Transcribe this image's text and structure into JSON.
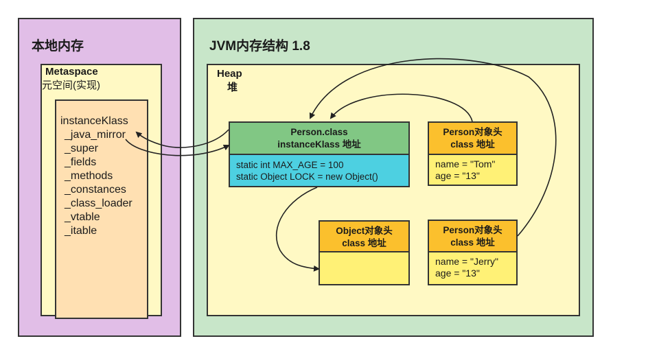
{
  "native_memory": {
    "title": "本地内存"
  },
  "metaspace": {
    "title": "Metaspace",
    "subtitle": "元空间(实现)"
  },
  "instance_klass": {
    "lines": [
      "instanceKlass",
      "_java_mirror",
      "_super",
      "_fields",
      "_methods",
      "_constances",
      "_class_loader",
      "_vtable",
      "_itable"
    ]
  },
  "jvm": {
    "title": "JVM内存结构 1.8"
  },
  "heap": {
    "title": "Heap",
    "subtitle": "堆"
  },
  "person_class": {
    "header": [
      "Person.class",
      "instanceKlass 地址"
    ],
    "fields": [
      "static int MAX_AGE = 100",
      "static Object LOCK = new Object()"
    ]
  },
  "person_tom": {
    "header": [
      "Person对象头",
      "class 地址"
    ],
    "fields": [
      "name = \"Tom\"",
      "age = \"13\""
    ]
  },
  "object_obj": {
    "header": [
      "Object对象头",
      "class 地址"
    ]
  },
  "person_jerry": {
    "header": [
      "Person对象头",
      "class 地址"
    ],
    "fields": [
      "name = \"Jerry\"",
      "age = \"13\""
    ]
  },
  "colors": {
    "native_memory": "#e1bee7",
    "jvm": "#c8e6c9",
    "metaspace_heap": "#fff9c4",
    "instance_klass": "#ffe0b2",
    "class_header": "#81c784",
    "class_statics": "#4dd0e1",
    "object_header": "#fbc02d",
    "object_body": "#fff176"
  }
}
